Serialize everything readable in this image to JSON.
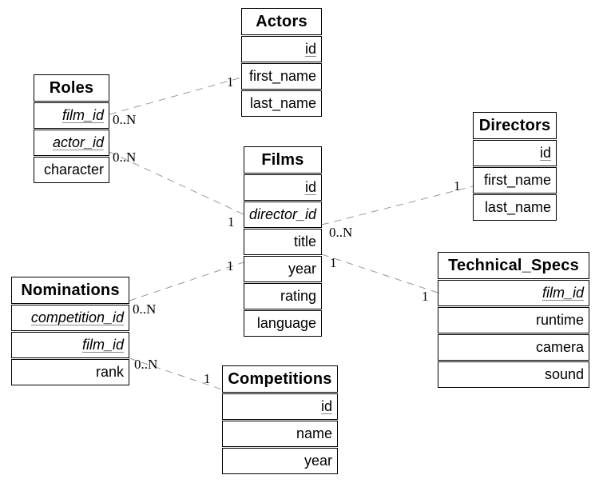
{
  "tables": {
    "roles": {
      "title": "Roles",
      "fields": [
        {
          "label": "film_id",
          "pk": true,
          "fk": true
        },
        {
          "label": "actor_id",
          "pk": true,
          "fk": true
        },
        {
          "label": "character",
          "pk": false,
          "fk": false
        }
      ]
    },
    "actors": {
      "title": "Actors",
      "fields": [
        {
          "label": "id",
          "pk": true,
          "fk": false
        },
        {
          "label": "first_name",
          "pk": false,
          "fk": false
        },
        {
          "label": "last_name",
          "pk": false,
          "fk": false
        }
      ]
    },
    "films": {
      "title": "Films",
      "fields": [
        {
          "label": "id",
          "pk": true,
          "fk": false
        },
        {
          "label": "director_id",
          "pk": false,
          "fk": true
        },
        {
          "label": "title",
          "pk": false,
          "fk": false
        },
        {
          "label": "year",
          "pk": false,
          "fk": false
        },
        {
          "label": "rating",
          "pk": false,
          "fk": false
        },
        {
          "label": "language",
          "pk": false,
          "fk": false
        }
      ]
    },
    "directors": {
      "title": "Directors",
      "fields": [
        {
          "label": "id",
          "pk": true,
          "fk": false
        },
        {
          "label": "first_name",
          "pk": false,
          "fk": false
        },
        {
          "label": "last_name",
          "pk": false,
          "fk": false
        }
      ]
    },
    "nominations": {
      "title": "Nominations",
      "fields": [
        {
          "label": "competition_id",
          "pk": true,
          "fk": true
        },
        {
          "label": "film_id",
          "pk": true,
          "fk": true
        },
        {
          "label": "rank",
          "pk": false,
          "fk": false
        }
      ]
    },
    "technical_specs": {
      "title": "Technical_Specs",
      "fields": [
        {
          "label": "film_id",
          "pk": true,
          "fk": true
        },
        {
          "label": "runtime",
          "pk": false,
          "fk": false
        },
        {
          "label": "camera",
          "pk": false,
          "fk": false
        },
        {
          "label": "sound",
          "pk": false,
          "fk": false
        }
      ]
    },
    "competitions": {
      "title": "Competitions",
      "fields": [
        {
          "label": "id",
          "pk": true,
          "fk": false
        },
        {
          "label": "name",
          "pk": false,
          "fk": false
        },
        {
          "label": "year",
          "pk": false,
          "fk": false
        }
      ]
    }
  },
  "relations": {
    "roles_actors": {
      "near": "0..N",
      "far": "1"
    },
    "roles_films": {
      "near": "0..N",
      "far": "1"
    },
    "films_directors": {
      "near": "0..N",
      "far": "1"
    },
    "nominations_films": {
      "near": "0..N",
      "far": "1"
    },
    "films_technical_specs": {
      "near": "1",
      "far": "1"
    },
    "nominations_competitions": {
      "near": "0..N",
      "far": "1"
    }
  },
  "colors": {
    "entity_border": "#000000",
    "relation_line": "#999999",
    "pk_underline": "#888888",
    "background": "#ffffff",
    "text": "#000000"
  }
}
